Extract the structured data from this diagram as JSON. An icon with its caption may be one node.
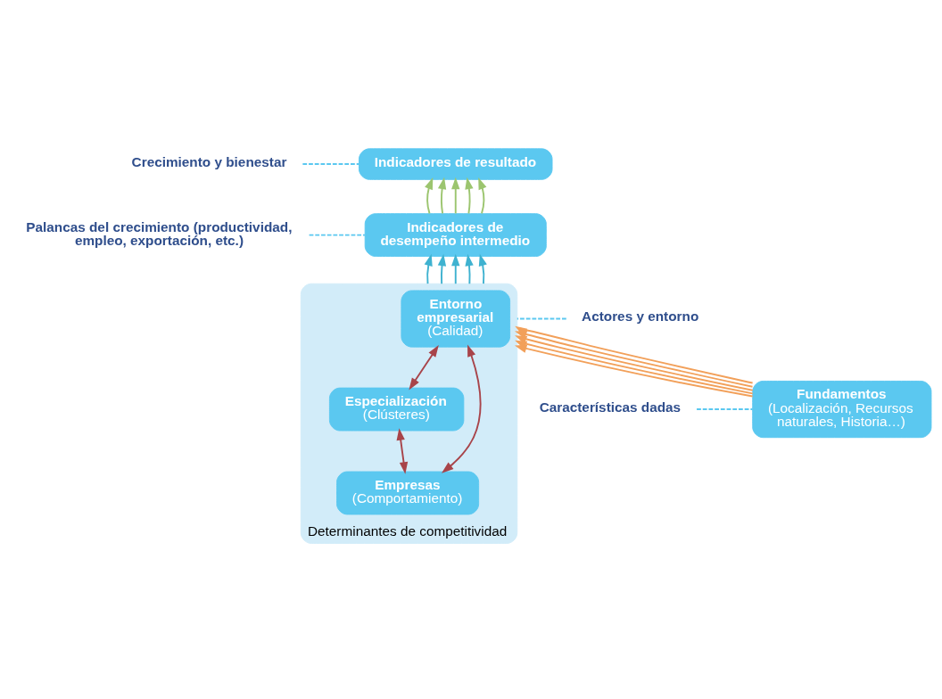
{
  "diagram": {
    "nodes": [
      {
        "text": [
          "Indicadores de resultado"
        ]
      },
      {
        "text": [
          "Indicadores de desempeño intermedio"
        ]
      },
      {
        "text": [
          "Determinantes de competitividad"
        ]
      },
      {
        "text": [
          "Empresas",
          "(Comportamiento)"
        ],
        "in": 2
      },
      {
        "text": [
          "Especialización",
          "(Clústeres)"
        ],
        "in": 2
      },
      {
        "text": [
          "Entorno empresarial",
          "(Calidad)"
        ],
        "in": 2
      },
      {
        "text": [
          "Fundamentos",
          "(Localización, Recursos naturales, Historia…)"
        ]
      },
      {
        "text": [
          "Crecimiento y bienestar"
        ]
      },
      {
        "text": [
          "Palancas del crecimiento (productividad, empleo, exportación, etc.)"
        ]
      },
      {
        "text": [
          "Actores y entorno"
        ]
      },
      {
        "text": [
          "Características dadas"
        ]
      }
    ],
    "edges": [
      {
        "from": 1,
        "to": 0,
        "arrow": "to",
        "color": "#9cc56f"
      },
      {
        "from": 1,
        "to": 0,
        "arrow": "to",
        "color": "#9cc56f"
      },
      {
        "from": 1,
        "to": 0,
        "arrow": "to",
        "color": "#9cc56f"
      },
      {
        "from": 1,
        "to": 0,
        "arrow": "to",
        "color": "#9cc56f"
      },
      {
        "from": 1,
        "to": 0,
        "arrow": "to",
        "color": "#9cc56f"
      },
      {
        "from": 2,
        "to": 1,
        "arrow": "to",
        "color": "#3fb2d0"
      },
      {
        "from": 2,
        "to": 1,
        "arrow": "to",
        "color": "#3fb2d0"
      },
      {
        "from": 2,
        "to": 1,
        "arrow": "to",
        "color": "#3fb2d0"
      },
      {
        "from": 2,
        "to": 1,
        "arrow": "to",
        "color": "#3fb2d0"
      },
      {
        "from": 2,
        "to": 1,
        "arrow": "to",
        "color": "#3fb2d0"
      },
      {
        "from": 3,
        "to": 4,
        "arrow": "both",
        "color": "#a8444a"
      },
      {
        "from": 3,
        "to": 5,
        "arrow": "both",
        "color": "#a8444a"
      },
      {
        "from": 4,
        "to": 5,
        "arrow": "both",
        "color": "#a8444a"
      },
      {
        "from": 6,
        "to": 2,
        "arrow": "to",
        "color": "#f2a05a"
      },
      {
        "from": 6,
        "to": 2,
        "arrow": "to",
        "color": "#f2a05a"
      },
      {
        "from": 6,
        "to": 2,
        "arrow": "to",
        "color": "#f2a05a"
      },
      {
        "from": 6,
        "to": 2,
        "arrow": "to",
        "color": "#f2a05a"
      },
      {
        "from": 6,
        "to": 2,
        "arrow": "to",
        "color": "#f2a05a"
      },
      {
        "from": 7,
        "to": 0,
        "arrow": "none",
        "style": "dashed",
        "color": "#5bc8f0"
      },
      {
        "from": 8,
        "to": 1,
        "arrow": "none",
        "style": "dashed",
        "color": "#5bc8f0"
      },
      {
        "from": 9,
        "to": 2,
        "arrow": "none",
        "style": "dashed",
        "color": "#5bc8f0"
      },
      {
        "from": 10,
        "to": 6,
        "arrow": "none",
        "style": "dashed",
        "color": "#5bc8f0"
      }
    ]
  }
}
